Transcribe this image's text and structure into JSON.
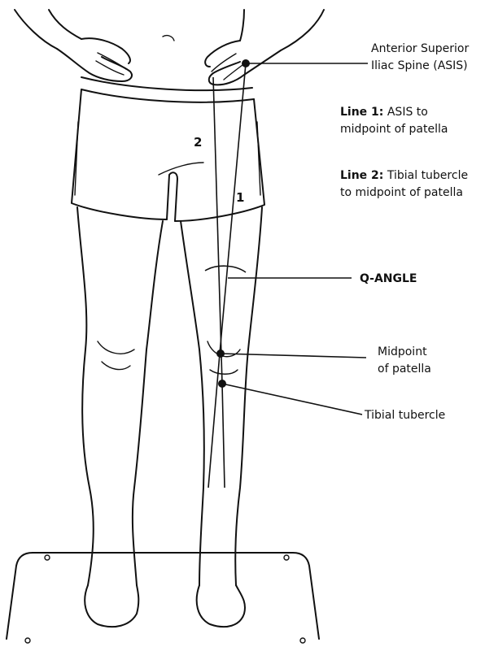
{
  "labels": {
    "asis_line1": "Anterior Superior",
    "asis_line2": "Iliac Spine (ASIS)",
    "line1_bold": "Line 1:",
    "line1_rest": " ASIS to",
    "line1_line2": "midpoint of patella",
    "line2_bold": "Line 2:",
    "line2_rest": " Tibial tubercle",
    "line2_line2": "to midpoint of patella",
    "q_angle": "Q-ANGLE",
    "midpoint_line1": "Midpoint",
    "midpoint_line2": "of patella",
    "tibial_tubercle": "Tibial tubercle",
    "line_number_1": "1",
    "line_number_2": "2"
  }
}
